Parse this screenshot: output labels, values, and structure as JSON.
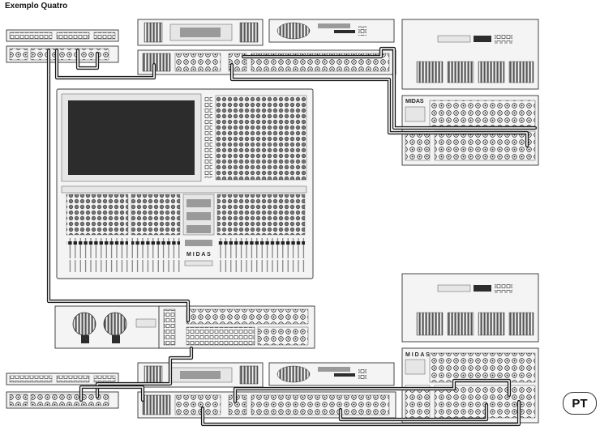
{
  "title": "Exemplo Quatro",
  "language_badge": "PT",
  "brand_label": "MIDAS"
}
